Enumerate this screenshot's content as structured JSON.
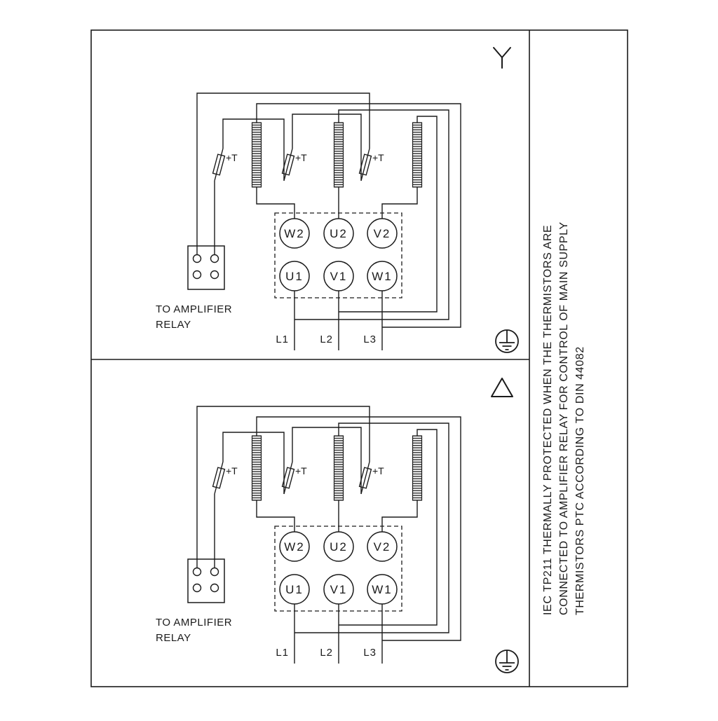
{
  "sidebar": {
    "lines": [
      "IEC TP211 THERMALLY PROTECTED WHEN THE THERMISTORS ARE",
      "CONNECTED TO AMPLIFIER RELAY FOR CONTROL OF MAIN SUPPLY",
      "THERMISTORS PTC ACCORDING TO DIN 44082"
    ]
  },
  "panels": [
    {
      "connection_symbol": "star-Y",
      "terminals_top": [
        "W2",
        "U2",
        "V2"
      ],
      "terminals_bottom": [
        "U1",
        "V1",
        "W1"
      ],
      "thermistor_label": "+T",
      "relay_caption": [
        "TO AMPLIFIER",
        "RELAY"
      ],
      "supply": [
        "L1",
        "L2",
        "L3"
      ]
    },
    {
      "connection_symbol": "delta",
      "terminals_top": [
        "W2",
        "U2",
        "V2"
      ],
      "terminals_bottom": [
        "U1",
        "V1",
        "W1"
      ],
      "thermistor_label": "+T",
      "relay_caption": [
        "TO AMPLIFIER",
        "RELAY"
      ],
      "supply": [
        "L1",
        "L2",
        "L3"
      ]
    }
  ],
  "colors": {
    "line": "#1b1b1b",
    "background": "#ffffff"
  }
}
